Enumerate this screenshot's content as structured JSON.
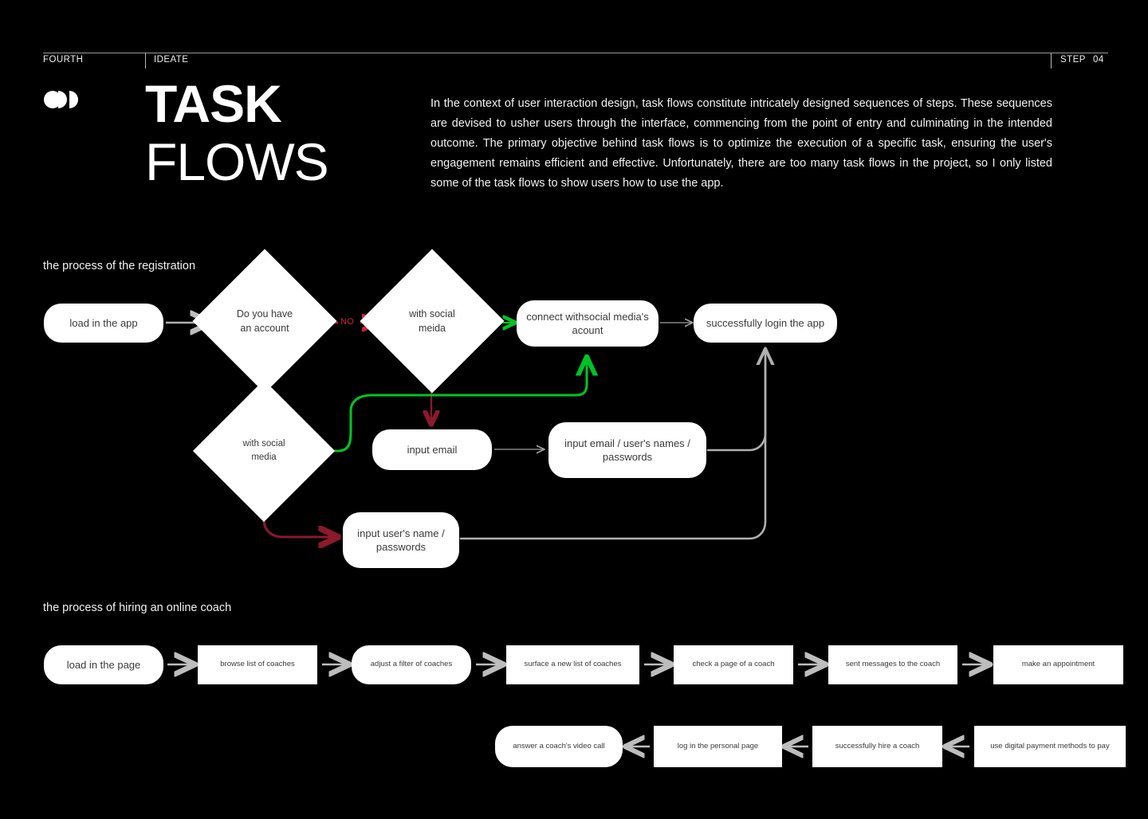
{
  "header": {
    "left_label": "FOURTH",
    "section_label": "IDEATE",
    "step_label": "STEP",
    "step_number": "04"
  },
  "logo": {
    "name": "brand-mark"
  },
  "title": {
    "line1": "TASK",
    "line2": "FLOWS"
  },
  "intro": {
    "text": "In the context of user interaction design, task flows constitute intricately designed sequences of steps. These sequences are devised to usher users through the interface, commencing from the point of entry and culminating in the intended outcome. The primary objective behind task flows is to optimize the execution of a specific task, ensuring the user's engagement remains efficient and effective. Unfortunately, there are too many task flows in the project, so I only listed some of the task flows to show users how to use the app."
  },
  "colors": {
    "background": "#000000",
    "node_fill": "#ffffff",
    "node_text": "#3a3a3a",
    "gray_wire": "#b0b0b0",
    "green_wire": "#00C424",
    "red_wire": "#D81E3F",
    "dark_red_wire": "#8B1A2B"
  },
  "flow_registration": {
    "caption": "the process of the registration",
    "nodes": [
      {
        "id": "load-app",
        "label": "load in the app"
      },
      {
        "id": "have-account",
        "label": "Do you have an account"
      },
      {
        "id": "with-social-1",
        "label": "with social meida"
      },
      {
        "id": "connect-social",
        "label": "connect withsocial media's acount"
      },
      {
        "id": "login-success",
        "label": "successfully login the app"
      },
      {
        "id": "with-social-2",
        "label": "with social media"
      },
      {
        "id": "input-email",
        "label": "input email"
      },
      {
        "id": "input-email-names",
        "label": "input email / user's names / passwords"
      },
      {
        "id": "input-name-pass",
        "label": "input user's name / passwords"
      }
    ],
    "edge_labels": {
      "no": "NO"
    }
  },
  "flow_hiring": {
    "caption": "the process of hiring an online coach",
    "row1": [
      {
        "id": "load-page",
        "label": "load in the page",
        "shape": "pill"
      },
      {
        "id": "browse-coaches",
        "label": "browse list of coaches",
        "shape": "rect"
      },
      {
        "id": "adjust-filter",
        "label": "adjust a filter of coaches",
        "shape": "pill"
      },
      {
        "id": "surface-list",
        "label": "surface a new list of coaches",
        "shape": "rect"
      },
      {
        "id": "check-page",
        "label": "check a page of a coach",
        "shape": "rect"
      },
      {
        "id": "sent-messages",
        "label": "sent messages to the coach",
        "shape": "rect"
      },
      {
        "id": "make-appointment",
        "label": "make an appointment",
        "shape": "rect"
      }
    ],
    "row2": [
      {
        "id": "answer-video",
        "label": "answer a coach's video call",
        "shape": "pill"
      },
      {
        "id": "login-personal",
        "label": "log in the personal page",
        "shape": "rect"
      },
      {
        "id": "hire-success",
        "label": "successfully hire a coach",
        "shape": "rect"
      },
      {
        "id": "digital-payment",
        "label": "use digital payment methods to pay",
        "shape": "rect"
      }
    ]
  }
}
